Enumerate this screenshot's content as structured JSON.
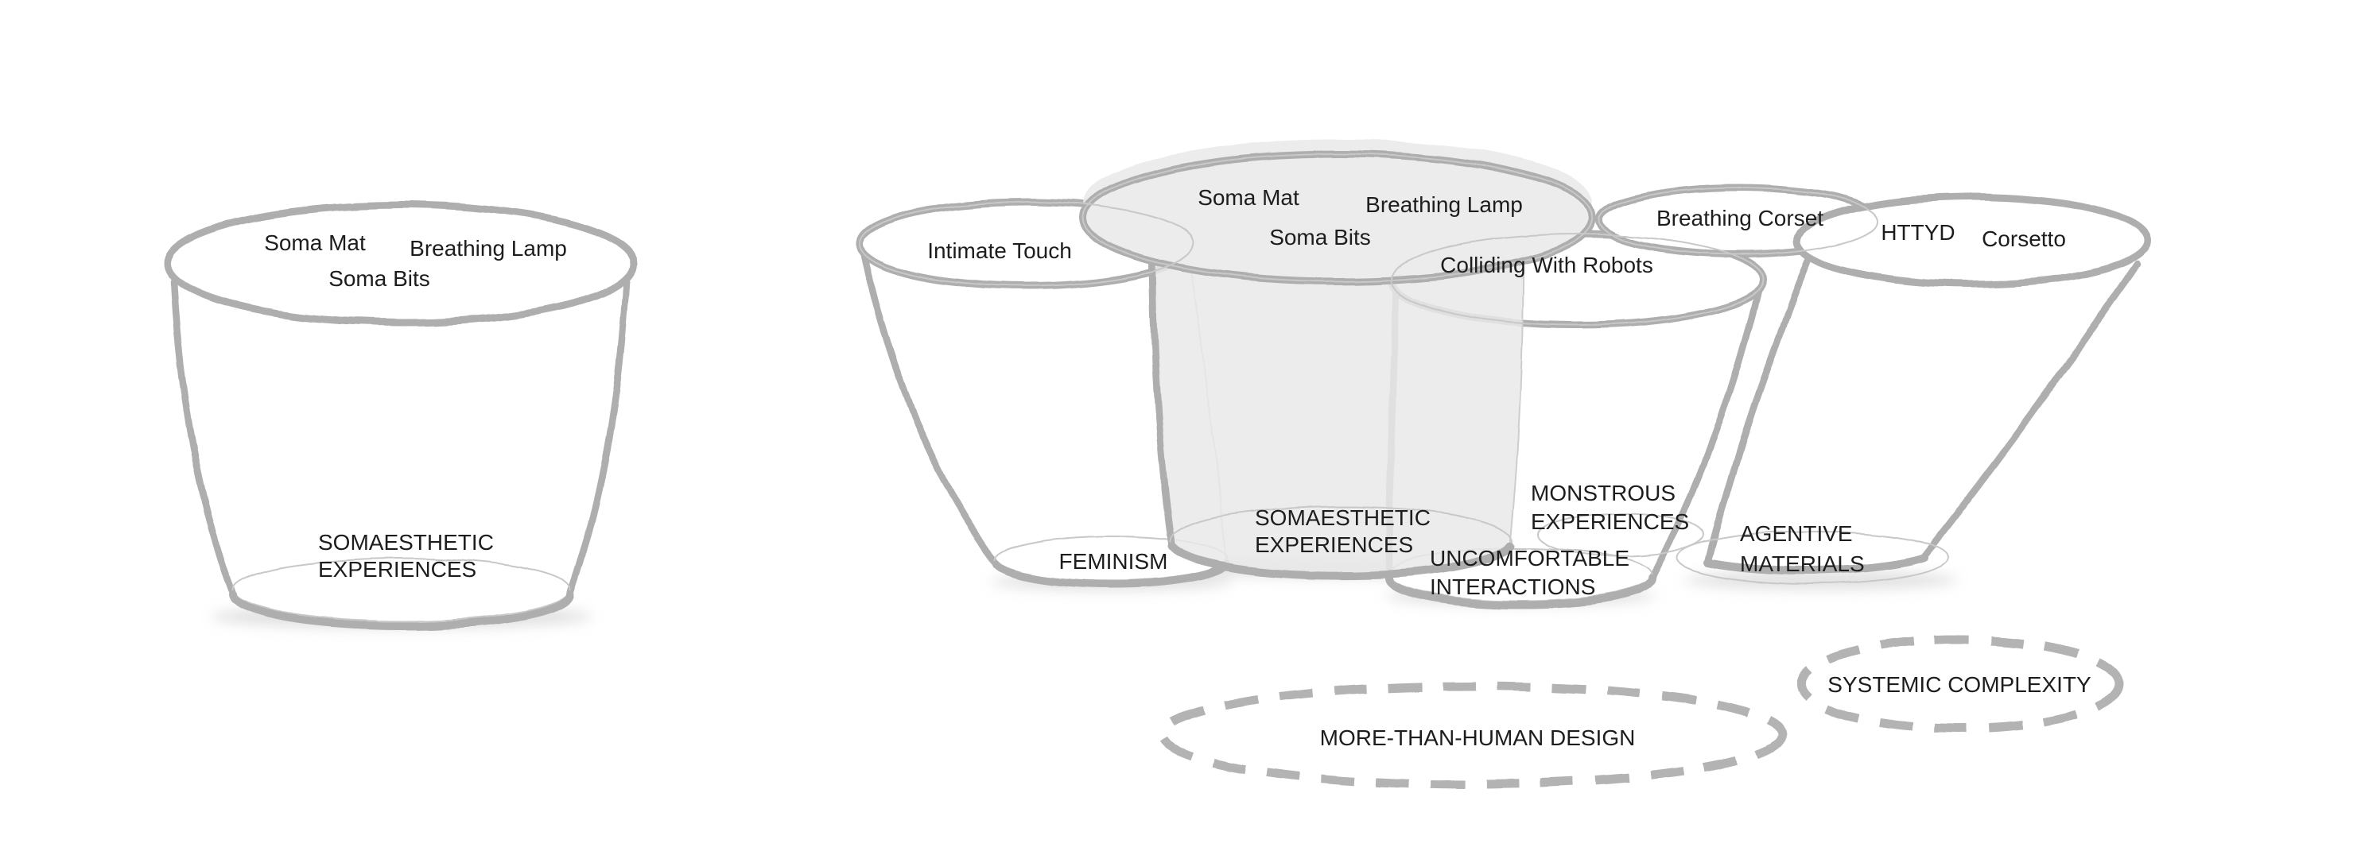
{
  "diagram": {
    "standalone_cup": {
      "items": [
        "Soma Mat",
        "Breathing Lamp",
        "Soma Bits"
      ],
      "category_lines": [
        "SOMAESTHETIC",
        "EXPERIENCES"
      ]
    },
    "cluster_cups": [
      {
        "name": "feminism",
        "items": [
          "Intimate Touch"
        ],
        "category_lines": [
          "FEMINISM"
        ],
        "shaded": false
      },
      {
        "name": "somaesthetic-experiences",
        "items": [
          "Soma Mat",
          "Breathing Lamp",
          "Soma Bits"
        ],
        "category_lines": [
          "SOMAESTHETIC",
          "EXPERIENCES"
        ],
        "shaded": true
      },
      {
        "name": "uncomfortable-interactions",
        "items": [
          "Colliding With Robots"
        ],
        "category_lines": [
          "UNCOMFORTABLE",
          "INTERACTIONS"
        ],
        "shaded": false
      },
      {
        "name": "monstrous-experiences",
        "items": [
          "Breathing Corset"
        ],
        "category_lines": [
          "MONSTROUS",
          "EXPERIENCES"
        ],
        "shaded": false
      },
      {
        "name": "agentive-materials",
        "items": [
          "HTTYD",
          "Corsetto"
        ],
        "category_lines": [
          "AGENTIVE",
          "MATERIALS"
        ],
        "shaded": false
      }
    ],
    "dashed_regions": [
      {
        "name": "more-than-human-design",
        "label": "MORE-THAN-HUMAN DESIGN"
      },
      {
        "name": "systemic-complexity",
        "label": "SYSTEMIC COMPLEXITY"
      }
    ],
    "colors": {
      "background": "#ffffff",
      "thick_stroke": "#aeaeae",
      "thin_stroke": "#c8c8c8",
      "shaded_fill": "#ececec",
      "dashed_stroke": "#b3b3b3",
      "text": "#1d1d1d"
    }
  }
}
